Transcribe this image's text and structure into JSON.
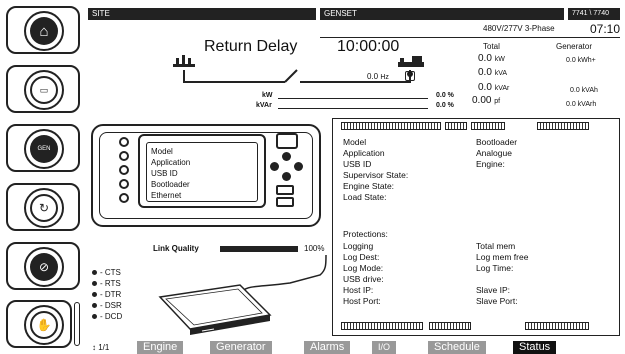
{
  "header": {
    "site_label": "SITE",
    "genset_label": "GENSET",
    "code": "7741 \\ 7740",
    "phase": "480V/277V 3-Phase",
    "time": "07:10"
  },
  "status": {
    "title": "Return Delay",
    "timer": "10:00:00",
    "hz_value": "0.0",
    "hz_unit": "Hz",
    "kw_label": "kW",
    "kvar_label": "kVAr",
    "kw_pct": "0.0 %",
    "kvar_pct": "0.0 %"
  },
  "totals": {
    "total_header": "Total",
    "generator_header": "Generator",
    "total_kw": "0.0",
    "total_kw_unit": "kW",
    "total_kva": "0.0",
    "total_kva_unit": "kVA",
    "total_kvar": "0.0",
    "total_kvar_unit": "kVAr",
    "total_pf": "0.00",
    "total_pf_unit": "pf",
    "gen_kwh": "0.0 kWh+",
    "gen_kvah": "0.0 kVAh",
    "gen_kvarh": "0.0 kVArh"
  },
  "device_screen": {
    "lines": [
      "Model",
      "Application",
      "USB ID",
      "Bootloader",
      "Ethernet"
    ]
  },
  "link": {
    "label": "Link Quality",
    "value": "100%",
    "fraction": 1.0
  },
  "signals": [
    "- CTS",
    "- RTS",
    "- DTR",
    "- DSR",
    "- DCD"
  ],
  "info_panel": {
    "left_block1": [
      "Model",
      "Application",
      "USB ID",
      "Supervisor State:",
      "Engine State:",
      "Load State:"
    ],
    "right_block1": [
      "Bootloader",
      "Analogue",
      "Engine:"
    ],
    "protections": "Protections:",
    "left_block2": [
      "Logging",
      "Log Dest:",
      "Log Mode:",
      "USB drive:",
      "Host IP:",
      "Host Port:"
    ],
    "right_block2": [
      "Total mem",
      "Log mem free",
      "Log Time:",
      "",
      "Slave IP:",
      "Slave Port:"
    ]
  },
  "pager": "1/1",
  "tabs": [
    "Engine",
    "Generator",
    "Alarms",
    "I/O",
    "Schedule",
    "Status"
  ],
  "active_tab": "Status",
  "rail": {
    "home_icon": "home-icon",
    "engine_icon": "engine-icon",
    "gen_label": "GEN",
    "auto_icon": "auto-cycle-icon",
    "stop_icon": "stop-icon",
    "manual_icon": "hand-icon"
  }
}
